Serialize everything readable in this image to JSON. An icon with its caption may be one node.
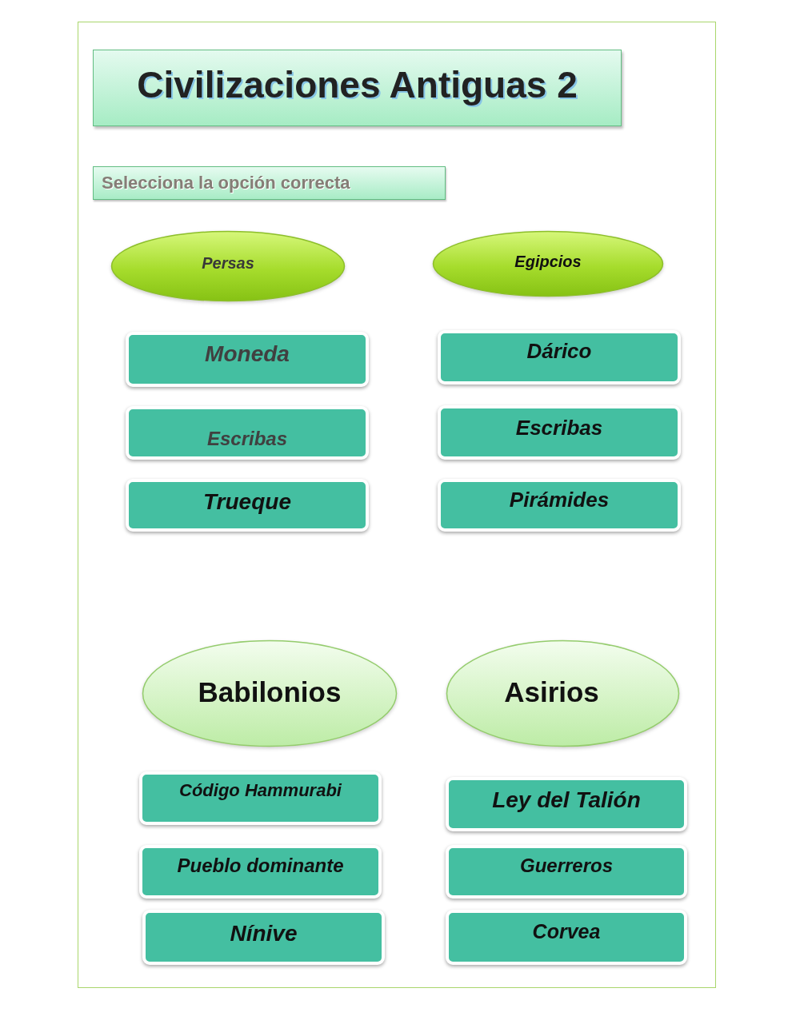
{
  "diagram": {
    "title": "Civilizaciones Antiguas 2",
    "nodes": [
      {
        "text": [
          "Selecciona la opción correcta"
        ]
      },
      {
        "text": [
          "Persas"
        ]
      },
      {
        "text": [
          "Egipcios"
        ]
      },
      {
        "text": [
          "Moneda"
        ]
      },
      {
        "text": [
          "Dárico"
        ]
      },
      {
        "text": [
          "Escribas"
        ]
      },
      {
        "text": [
          "Escribas"
        ]
      },
      {
        "text": [
          "Trueque"
        ]
      },
      {
        "text": [
          "Pirámides"
        ]
      },
      {
        "text": [
          "Babilonios"
        ]
      },
      {
        "text": [
          "Asirios"
        ]
      },
      {
        "text": [
          "Código Hammurabi"
        ]
      },
      {
        "text": [
          "Ley del Talión"
        ]
      },
      {
        "text": [
          "Pueblo dominante"
        ]
      },
      {
        "text": [
          "Guerreros"
        ]
      },
      {
        "text": [
          "Nínive"
        ]
      },
      {
        "text": [
          "Corvea"
        ]
      }
    ]
  }
}
